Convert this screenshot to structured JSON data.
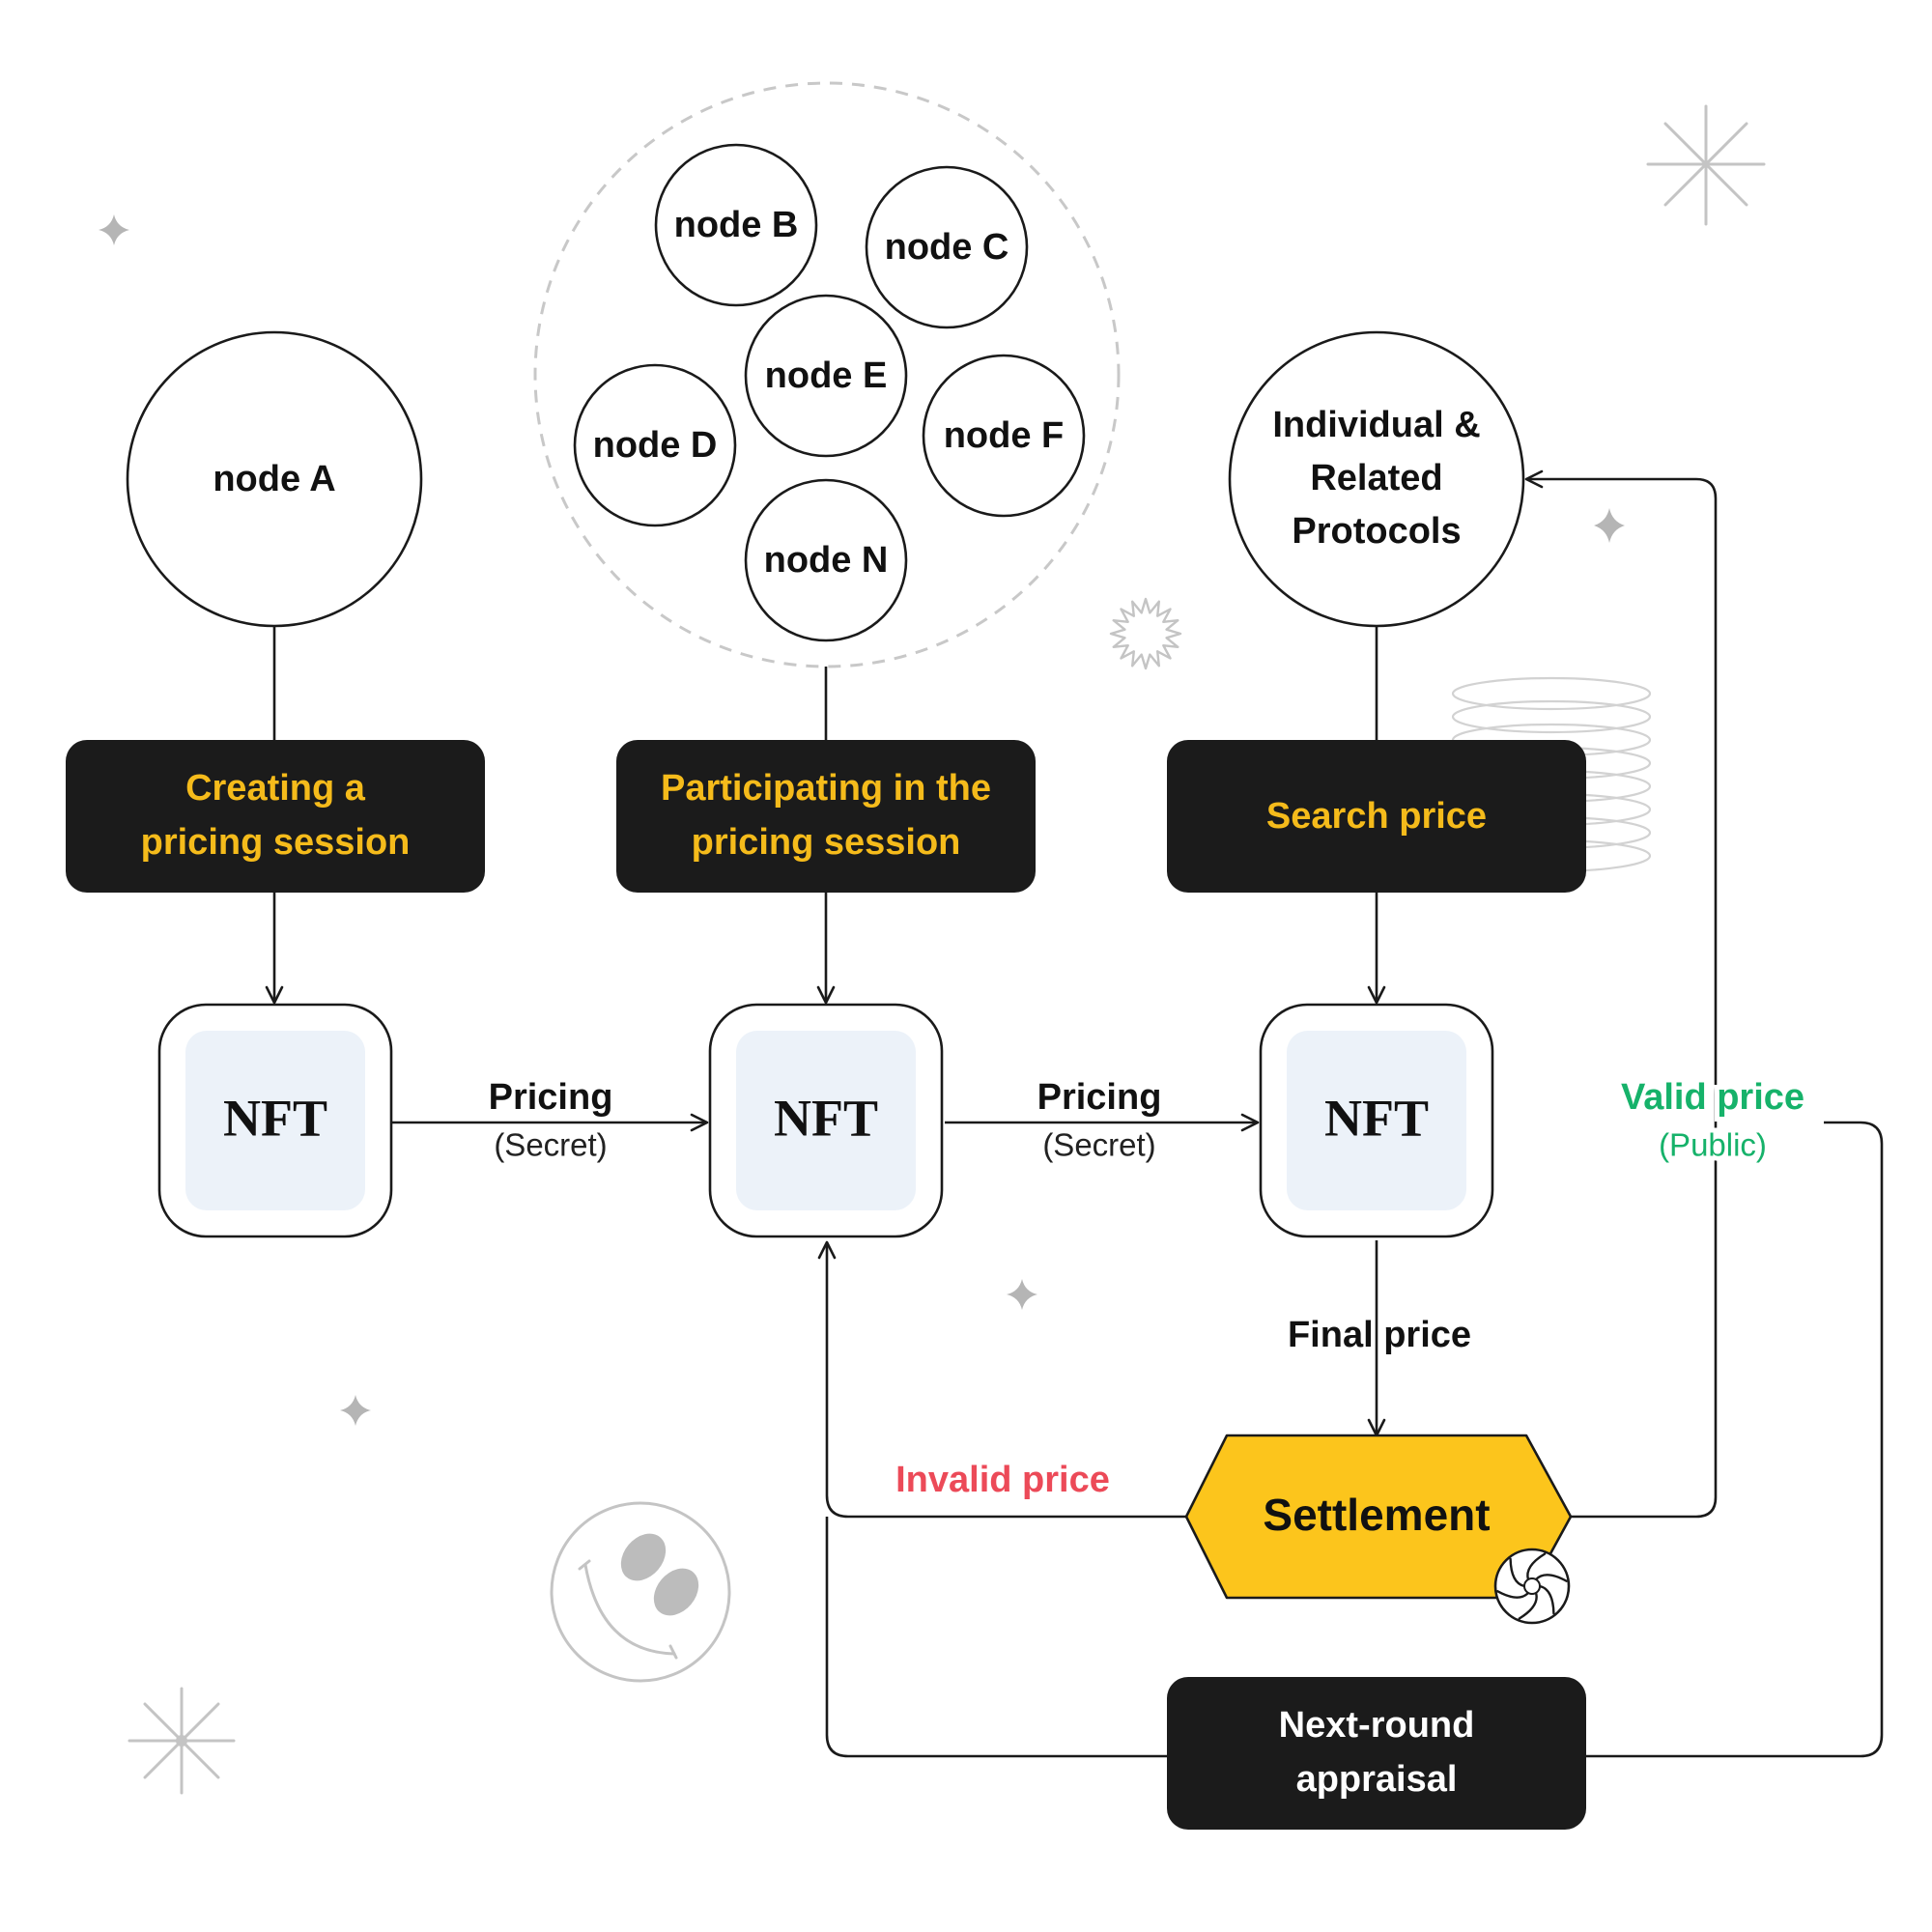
{
  "colors": {
    "background": "#ffffff",
    "line": "#1a1a1a",
    "box_fill": "#1b1b1b",
    "box_text_yellow": "#f5bb1b",
    "box_text_white": "#ffffff",
    "nft_inner": "#ecf2f9",
    "settlement_fill": "#fcc51c",
    "valid_green": "#16b26a",
    "invalid_red": "#ec4a58",
    "decor_gray": "#bdbdbd",
    "dashed_circle": "#c8c8c8"
  },
  "nodes": {
    "a": "node A",
    "b": "node B",
    "c": "node C",
    "d": "node D",
    "e": "node E",
    "f": "node F",
    "n": "node N",
    "protocols": [
      "Individual &",
      "Related",
      "Protocols"
    ]
  },
  "boxes": {
    "create": [
      "Creating a",
      "pricing session"
    ],
    "participate": [
      "Participating in the",
      "pricing session"
    ],
    "search": "Search price",
    "next_round": [
      "Next-round",
      "appraisal"
    ]
  },
  "nft_label": "NFT",
  "edges": {
    "pricing_1": "Pricing",
    "secret_1": "(Secret)",
    "pricing_2": "Pricing",
    "secret_2": "(Secret)",
    "final_price": "Final price",
    "valid_price": "Valid price",
    "public": "(Public)",
    "invalid_price": "Invalid price"
  },
  "settlement": "Settlement",
  "icons": {
    "sparkle": "sparkle-icon",
    "starburst": "starburst-icon",
    "asterisk": "asterisk-star-icon",
    "coil": "coil-decoration-icon",
    "smiley": "smiley-face-icon",
    "shutter": "shutter-badge-icon"
  }
}
